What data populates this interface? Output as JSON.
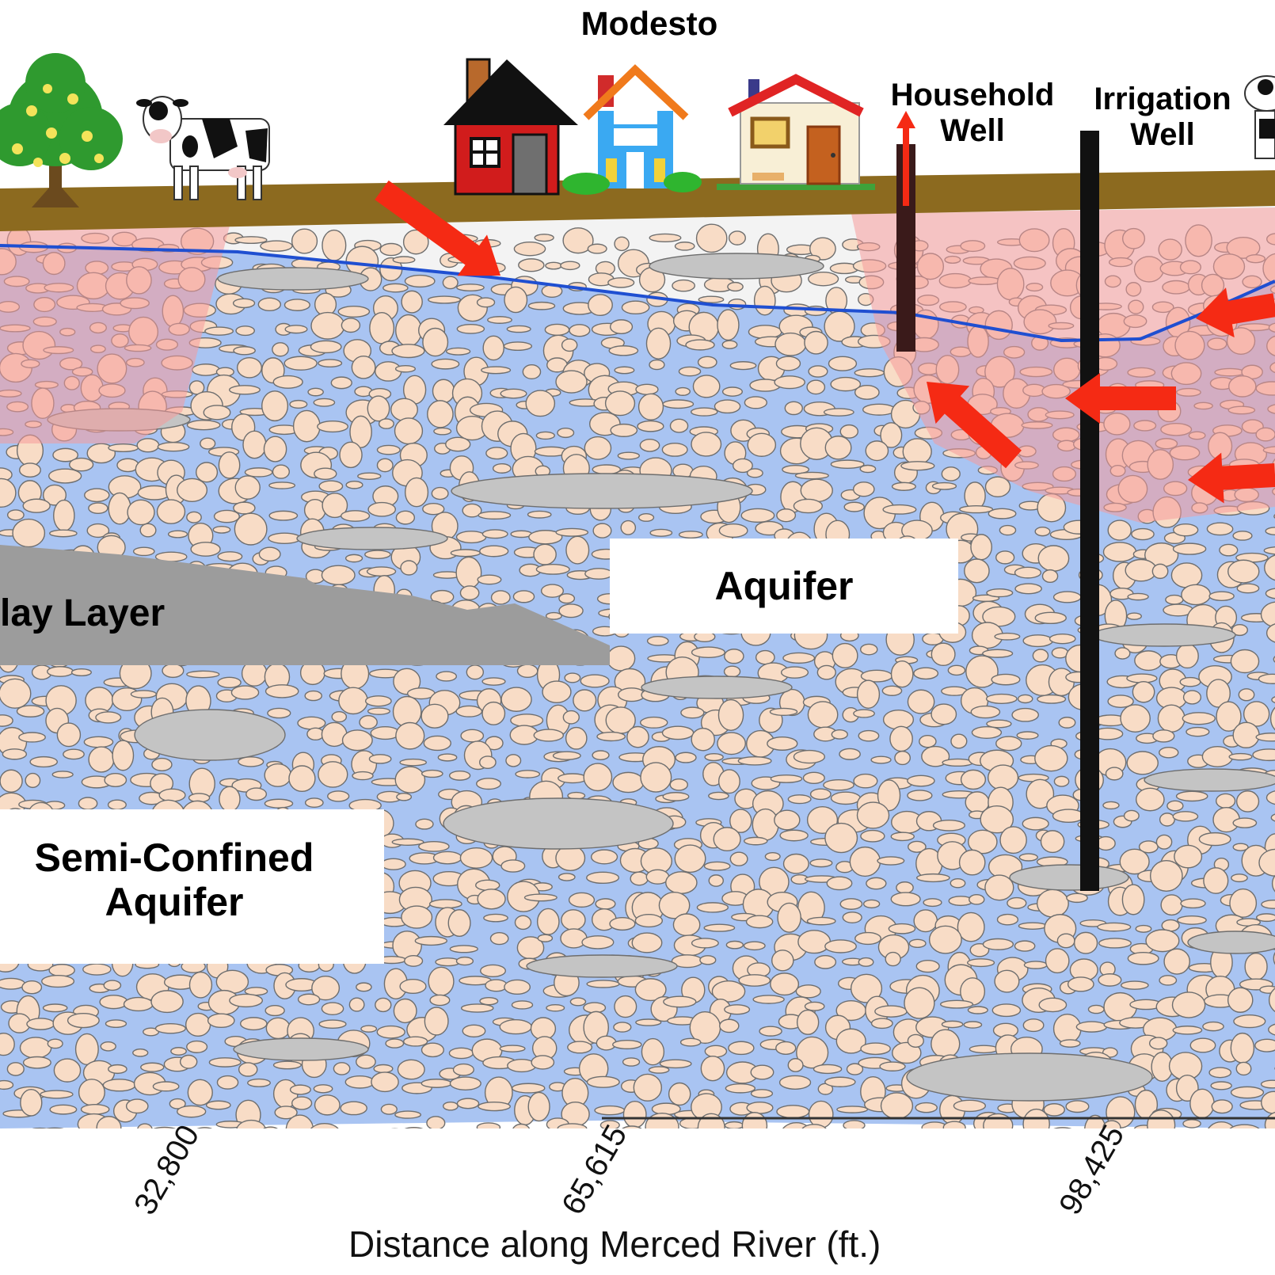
{
  "labels": {
    "town": "Modesto",
    "household_well_line1": "Household",
    "household_well_line2": "Well",
    "irrigation_well_line1": "Irrigation",
    "irrigation_well_line2": "Well",
    "aquifer": "Aquifer",
    "clay_layer": "lay Layer",
    "semi_confined_line1": "Semi-Confined",
    "semi_confined_line2": "Aquifer"
  },
  "axis": {
    "title": "Distance along Merced River (ft.)",
    "ticks": [
      "32,800",
      "65,615",
      "98,425"
    ]
  },
  "colors": {
    "soil": "#8c6a1f",
    "aquifer_water": "#a9c4f2",
    "gravel": "#f8dcc6",
    "gravel_outline": "#6e6e6e",
    "clay": "#9c9c9c",
    "lens": "#c4c4c4",
    "water_table": "#1f4fd1",
    "flow_arrow": "#f52a14",
    "contamination_plume": "#f59a9a",
    "well_casing": "#111111"
  },
  "icons": [
    "orange-tree-icon",
    "cow-icon",
    "house-black-roof-icon",
    "house-blue-icon",
    "house-cream-icon"
  ]
}
